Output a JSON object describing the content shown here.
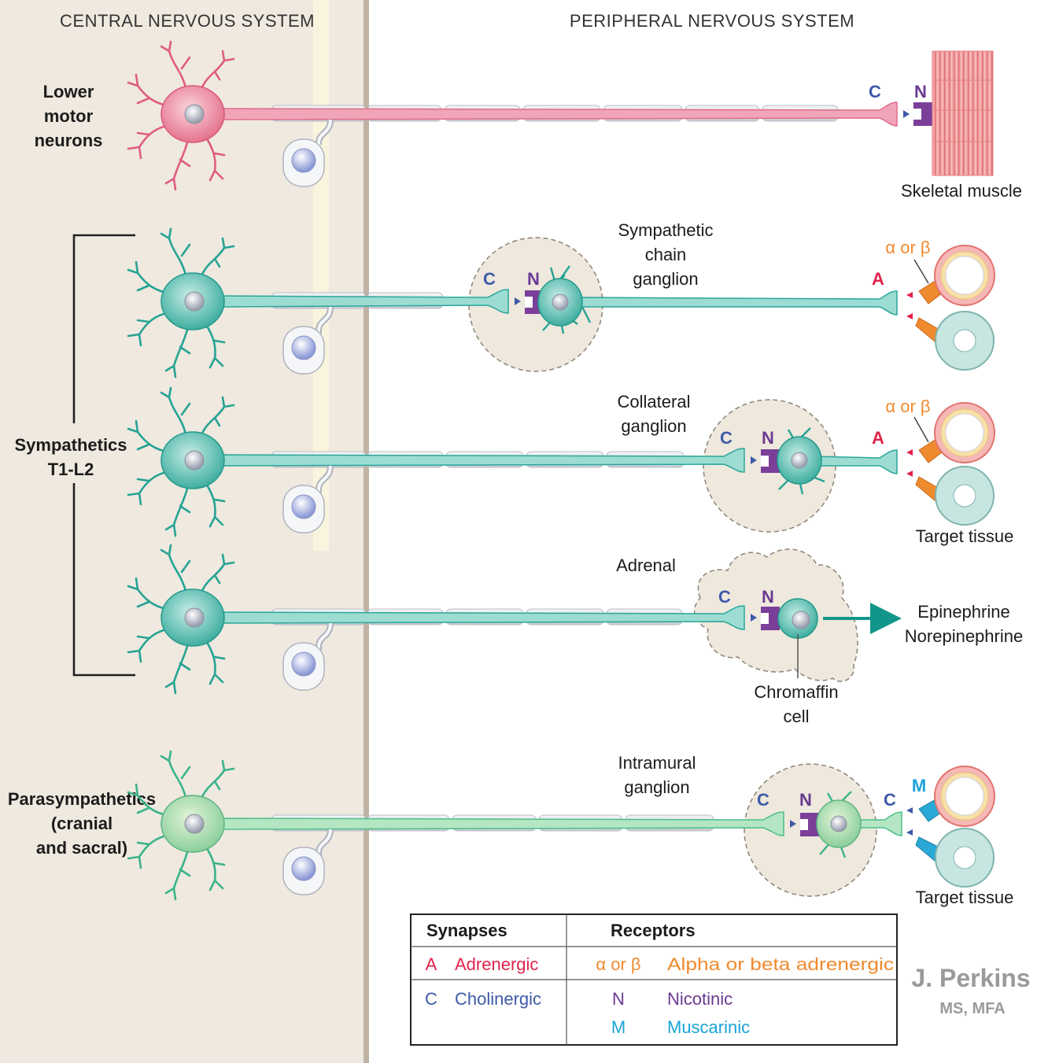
{
  "headers": {
    "cns": "CENTRAL NERVOUS SYSTEM",
    "pns": "PERIPHERAL NERVOUS SYSTEM"
  },
  "side_labels": {
    "lower_motor": [
      "Lower",
      "motor",
      "neurons"
    ],
    "sympathetics": [
      "Sympathetics",
      "T1-L2"
    ],
    "parasympathetics": [
      "Parasympathetics",
      "(cranial",
      "and sacral)"
    ]
  },
  "codes": {
    "A": "A",
    "C": "C",
    "N": "N",
    "M": "M",
    "alpha_beta": "α or β"
  },
  "ganglia": {
    "sympathetic_chain": [
      "Sympathetic",
      "chain",
      "ganglion"
    ],
    "collateral": [
      "Collateral",
      "ganglion"
    ],
    "adrenal": "Adrenal",
    "intramural": [
      "Intramural",
      "ganglion"
    ]
  },
  "targets": {
    "skeletal_muscle": "Skeletal muscle",
    "target_tissue": "Target tissue",
    "epinephrine": "Epinephrine",
    "norepinephrine": "Norepinephrine",
    "chromaffin": [
      "Chromaffin",
      "cell"
    ]
  },
  "legend": {
    "synapses_header": "Synapses",
    "receptors_header": "Receptors",
    "synapses": [
      {
        "code": "A",
        "label": "Adrenergic",
        "color": "#e0224a"
      },
      {
        "code": "C",
        "label": "Cholinergic",
        "color": "#3e5aa8"
      }
    ],
    "receptors": [
      {
        "code": "α or β",
        "label": "Alpha or beta adrenergic",
        "color": "#ef8a2e"
      },
      {
        "code": "N",
        "label": "Nicotinic",
        "color": "#6a3a92"
      },
      {
        "code": "M",
        "label": "Muscarinic",
        "color": "#1aa3d6"
      }
    ]
  },
  "credit": {
    "name": "J. Perkins",
    "degree": "MS, MFA"
  },
  "colors": {
    "cns_bg": "#efe9df",
    "motor_neuron": "#e46b88",
    "sympathetic_neuron": "#2aa79b",
    "parasympathetic_neuron": "#4dbf8a",
    "adrenergic": "#e0224a",
    "cholinergic": "#3e5aa8",
    "nicotinic": "#6a3a92",
    "muscarinic": "#1aa3d6",
    "alpha_beta": "#ef8a2e",
    "credit": "#9a9a9a"
  }
}
